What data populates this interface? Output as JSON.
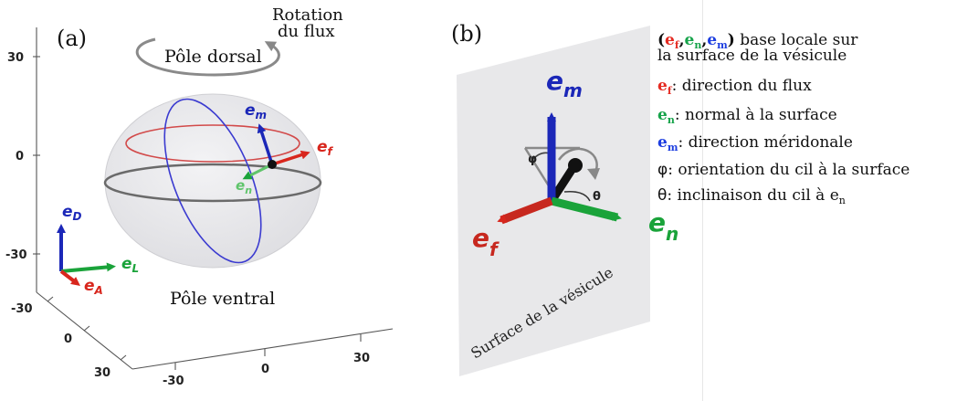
{
  "panel_a": {
    "label": "(a)",
    "rotation_title_line1": "Rotation",
    "rotation_title_line2": "du flux",
    "pole_dorsal": "Pôle dorsal",
    "pole_ventral": "Pôle ventral",
    "axis_ticks_vertical": [
      "30",
      "0",
      "-30"
    ],
    "axis_ticks_left_depth": [
      "-30",
      "0",
      "30"
    ],
    "axis_ticks_bottom": [
      "-30",
      "0",
      "30"
    ],
    "vectors": {
      "e_m": "e",
      "e_m_sub": "m",
      "e_f": "e",
      "e_f_sub": "f",
      "e_n": "e",
      "e_n_sub": "n",
      "e_D": "e",
      "e_D_sub": "D",
      "e_L": "e",
      "e_L_sub": "L",
      "e_A": "e",
      "e_A_sub": "A"
    }
  },
  "panel_b": {
    "label": "(b)",
    "surface_label": "Surface de la vésicule",
    "phi": "φ",
    "theta": "θ",
    "e_m": "e",
    "e_m_sub": "m",
    "e_f": "e",
    "e_f_sub": "f",
    "e_n": "e",
    "e_n_sub": "n"
  },
  "legend": {
    "row1": {
      "open": "(",
      "ef": "e",
      "ef_sub": "f",
      "comma1": ",",
      "en": "e",
      "en_sub": "n",
      "comma2": ",",
      "em": "e",
      "em_sub": "m",
      "close": ")",
      "text": " base locale sur"
    },
    "row2": "la surface de la vésicule",
    "row3": {
      "sym": "e",
      "sub": "f",
      "text": ": direction du flux"
    },
    "row4": {
      "sym": "e",
      "sub": "n",
      "text": ": normal à la surface"
    },
    "row5": {
      "sym": "e",
      "sub": "m",
      "text": ": direction méridonale"
    },
    "row6": {
      "sym": "φ",
      "text": ": orientation du cil à la surface"
    },
    "row7": {
      "sym": "θ",
      "text": ": inclinaison du cil à e",
      "sub": "n"
    }
  },
  "colors": {
    "red": "#e52b22",
    "green": "#16a34a",
    "blue": "#1d3ee0",
    "sphere_fill": "#e9e9ec",
    "surface_fill": "#e8e8ea"
  }
}
